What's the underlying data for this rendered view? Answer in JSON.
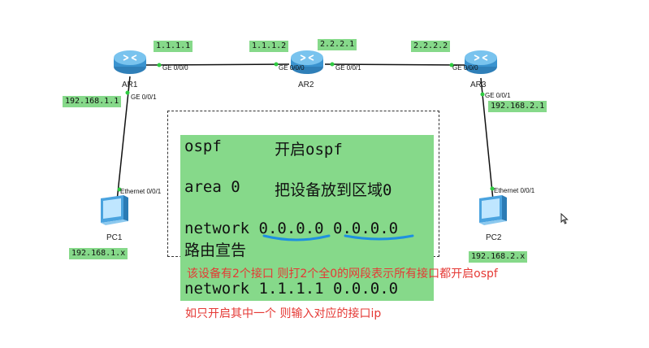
{
  "topology": {
    "routers": [
      {
        "name": "AR1"
      },
      {
        "name": "AR2"
      },
      {
        "name": "AR3"
      }
    ],
    "pcs": [
      {
        "name": "PC1"
      },
      {
        "name": "PC2"
      }
    ],
    "addresses": {
      "ar1_ge000": "1.1.1.1",
      "ar2_ge000": "1.1.1.2",
      "ar2_ge001": "2.2.2.1",
      "ar3_ge000": "2.2.2.2",
      "ar1_ge001": "192.168.1.1",
      "ar3_ge001": "192.168.2.1",
      "pc1": "192.168.1.x",
      "pc2": "192.168.2.x"
    },
    "ports": {
      "ar1_right": "GE 0/0/0",
      "ar1_down": "GE 0/0/1",
      "ar2_left": "GE 0/0/0",
      "ar2_right": "GE 0/0/1",
      "ar3_left": "GE 0/0/0",
      "ar3_down": "GE 0/0/1",
      "pc1_eth": "Ethernet 0/0/1",
      "pc2_eth": "Ethernet 0/0/1"
    }
  },
  "notes": {
    "line1_cmd": "ospf",
    "line1_desc": "开启ospf",
    "line2_cmd": "area 0",
    "line2_desc": "把设备放到区域0",
    "line3_cmd": "network 0.0.0.0 0.0.0.0",
    "line3_desc": "路由宣告",
    "red1": "该设备有2个接口 则打2个全0的网段表示所有接口都开启ospf",
    "line4_cmd": "network 1.1.1.1 0.0.0.0",
    "red2": "如只开启其中一个 则输入对应的接口ip"
  },
  "colors": {
    "highlight": "#86d98a",
    "annotation_red": "#e53935",
    "underline_blue": "#1e90e0"
  },
  "icons": {
    "router": "router-icon",
    "pc": "pc-icon",
    "cursor": "mouse-cursor-icon"
  }
}
